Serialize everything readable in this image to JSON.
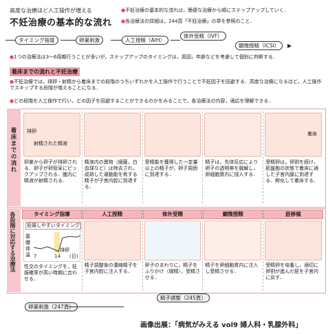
{
  "header": {
    "small_title": "高度な治療ほど人工操作が増える",
    "main_title": "不妊治療の基本的な流れ",
    "note1": "不妊治療の基本的な流れは，簡便な治療から順にステップアップしていく．",
    "note2": "各治療法の詳細は，244頁「不妊治療」の章を参照のこと．"
  },
  "steps": [
    "タイミング指導",
    "卵巣刺激",
    "人工授精（AIH）",
    "体外受精（IVF）",
    "顕微授精（ICSI）"
  ],
  "intro_text": "1つの治療法は3〜6周期行うことが多いが，ステップアップのタイミングは，原因，年齢などを考慮して個別に判断する．",
  "section": {
    "title": "着床までの流れと不妊治療",
    "bullets": [
      "不妊治療では，排卵・射精から着床までの段階のうちいずれかを人工操作で行うことで不妊因子を回避する．高度な治療になるほど，人工操作でスキップする段階が増えることになる．",
      "どの段階を人工操作で行い，どの因子を回避することができるのかをみることで，各治療法の内容，適応を理解できる．"
    ]
  },
  "flow": {
    "side_label_top": "着床までの流れ",
    "side_label_bottom": "各段階に対応する治療法",
    "stages": [
      {
        "labels": [
          "排卵",
          "射精された精液"
        ],
        "text": "卵巣から卵子が排卵される．卵子が卵管采にピックアップされる．腟内に精液が射精される．"
      },
      {
        "labels": [],
        "text": "精液内の異物（細菌，白血球など）は除去され，成熟した運動能を有する精子が子宮内腔に到達する．"
      },
      {
        "labels": [],
        "text": "受精能を獲得した一定量以上の精子が，卵子周囲に到達する．"
      },
      {
        "labels": [],
        "text": "精子は，先体反応により卵子の透明帯を融解し，卵細胞質内に侵入する．"
      },
      {
        "labels": [
          "着床"
        ],
        "text": "受精卵は，卵割を続け，胚盤胞の状態で着床に適した子宮内膜に到達する．孵化して着床する．"
      }
    ],
    "treatments": [
      {
        "name": "タイミング指導",
        "text": "性交のタイミングを，妊娠確率が高い時期に合わせる．"
      },
      {
        "name": "人工授精",
        "text": "精子調整後の濃縮精子を子宮内腔に注入する．"
      },
      {
        "name": "体外受精",
        "text": "卵子のまわりに，精子をふりかけ（媒精），受精させる．"
      },
      {
        "name": "顕微授精",
        "text": "精子を卵細胞質内に注入し受精させる．"
      },
      {
        "name": "胚移植",
        "text": "受精卵を培養し，適切に卵割が進んだ胚を子宮内に戻す．"
      }
    ],
    "timing_chart": {
      "label_top": "妊娠しやすいタイミング",
      "ylabel": "基礎体温",
      "xticks": [
        "7",
        "14",
        "(日)"
      ],
      "ovulation_label": "排卵"
    },
    "bottom_tags": [
      "卵巣刺激（247頁）",
      "精子調整（245頁）"
    ]
  },
  "source_caption": "画像出展：「病気がみえる vol9 婦人科・乳腺外科」",
  "colors": {
    "accent": "#ef9ca7",
    "panel_border": "#e49aa5",
    "illus_bg": "#fbe5dc"
  }
}
